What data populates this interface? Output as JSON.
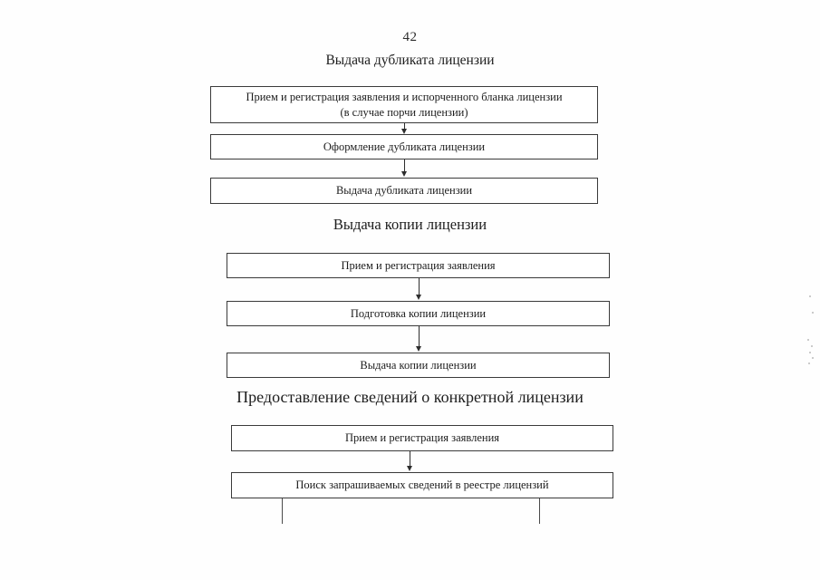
{
  "document": {
    "page_number": "42",
    "language": "ru"
  },
  "sections": [
    {
      "heading": "Выдача дубликата лицензии",
      "steps": [
        {
          "line1": "Прием и регистрация заявления и испорченного бланка лицензии",
          "line2": "(в случае порчи лицензии)"
        },
        {
          "line1": "Оформление дубликата лицензии",
          "line2": ""
        },
        {
          "line1": "Выдача дубликата лицензии",
          "line2": ""
        }
      ]
    },
    {
      "heading": "Выдача копии лицензии",
      "steps": [
        {
          "line1": "Прием и регистрация заявления",
          "line2": ""
        },
        {
          "line1": "Подготовка копии лицензии",
          "line2": ""
        },
        {
          "line1": "Выдача копии лицензии",
          "line2": ""
        }
      ]
    },
    {
      "heading": "Предоставление сведений о конкретной лицензии",
      "steps": [
        {
          "line1": "Прием и регистрация заявления",
          "line2": ""
        },
        {
          "line1": "Поиск запрашиваемых сведений в реестре лицензий",
          "line2": ""
        }
      ]
    }
  ],
  "colors": {
    "page_background": "#fefefe",
    "box_border": "#3a3a3a",
    "text": "#1d1d1d",
    "connector": "#2d2d2d"
  }
}
